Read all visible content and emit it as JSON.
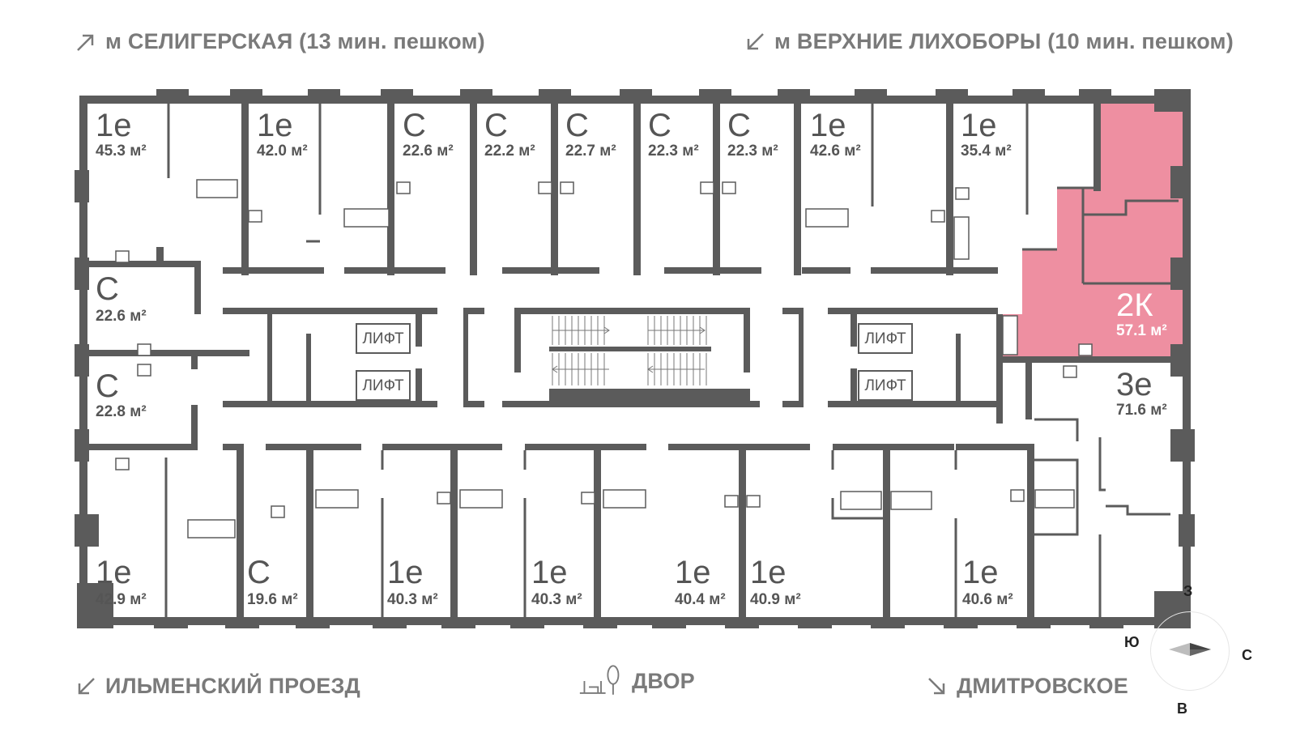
{
  "directions": {
    "top_left": "м СЕЛИГЕРСКАЯ (13 мин. пешком)",
    "top_right": "м ВЕРХНИЕ ЛИХОБОРЫ (10 мин. пешком)",
    "bottom_left": "ИЛЬМЕНСКИЙ ПРОЕЗД",
    "bottom_center": "ДВОР",
    "bottom_right": "ДМИТРОВСКОЕ"
  },
  "compass": {
    "north": "З",
    "south": "В",
    "west": "Ю",
    "east": "С"
  },
  "lift_label": "ЛИФТ",
  "highlight_color": "#ee8fa1",
  "units": [
    {
      "type": "1е",
      "area": "45.3 м²"
    },
    {
      "type": "1е",
      "area": "42.0 м²"
    },
    {
      "type": "С",
      "area": "22.6 м²"
    },
    {
      "type": "С",
      "area": "22.2 м²"
    },
    {
      "type": "С",
      "area": "22.7 м²"
    },
    {
      "type": "С",
      "area": "22.3 м²"
    },
    {
      "type": "С",
      "area": "22.3 м²"
    },
    {
      "type": "1е",
      "area": "42.6 м²"
    },
    {
      "type": "1е",
      "area": "35.4 м²"
    },
    {
      "type": "2К",
      "area": "57.1 м²"
    },
    {
      "type": "С",
      "area": "22.6 м²"
    },
    {
      "type": "С",
      "area": "22.8 м²"
    },
    {
      "type": "3е",
      "area": "71.6 м²"
    },
    {
      "type": "1е",
      "area": "42.9 м²"
    },
    {
      "type": "С",
      "area": "19.6 м²"
    },
    {
      "type": "1е",
      "area": "40.3 м²"
    },
    {
      "type": "1е",
      "area": "40.3 м²"
    },
    {
      "type": "1е",
      "area": "40.4 м²"
    },
    {
      "type": "1е",
      "area": "40.9 м²"
    },
    {
      "type": "1е",
      "area": "40.6 м²"
    }
  ]
}
